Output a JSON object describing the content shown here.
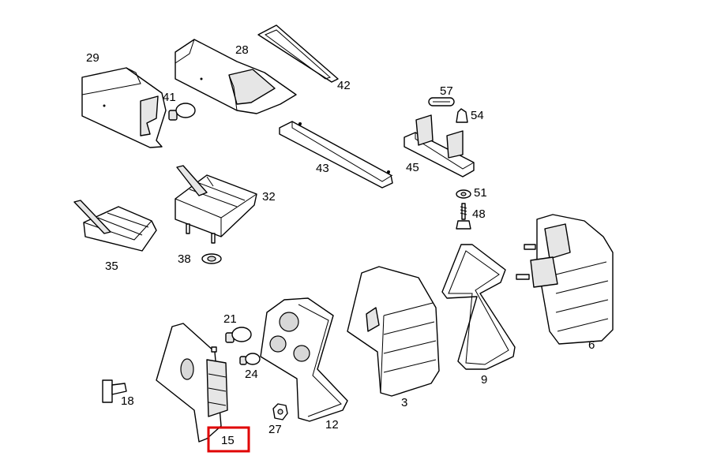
{
  "highlight": {
    "callout": "15",
    "color": "#e00000"
  },
  "parts": [
    {
      "id": "p29",
      "number": "29"
    },
    {
      "id": "p28",
      "number": "28"
    },
    {
      "id": "p42",
      "number": "42"
    },
    {
      "id": "p41",
      "number": "41"
    },
    {
      "id": "p57",
      "number": "57"
    },
    {
      "id": "p54",
      "number": "54"
    },
    {
      "id": "p43",
      "number": "43"
    },
    {
      "id": "p45",
      "number": "45"
    },
    {
      "id": "p32",
      "number": "32"
    },
    {
      "id": "p51",
      "number": "51"
    },
    {
      "id": "p48",
      "number": "48"
    },
    {
      "id": "p35",
      "number": "35"
    },
    {
      "id": "p38",
      "number": "38"
    },
    {
      "id": "p6",
      "number": "6"
    },
    {
      "id": "p21",
      "number": "21"
    },
    {
      "id": "p24",
      "number": "24"
    },
    {
      "id": "p9",
      "number": "9"
    },
    {
      "id": "p18",
      "number": "18"
    },
    {
      "id": "p3",
      "number": "3"
    },
    {
      "id": "p27",
      "number": "27"
    },
    {
      "id": "p12",
      "number": "12"
    },
    {
      "id": "p15",
      "number": "15"
    }
  ]
}
